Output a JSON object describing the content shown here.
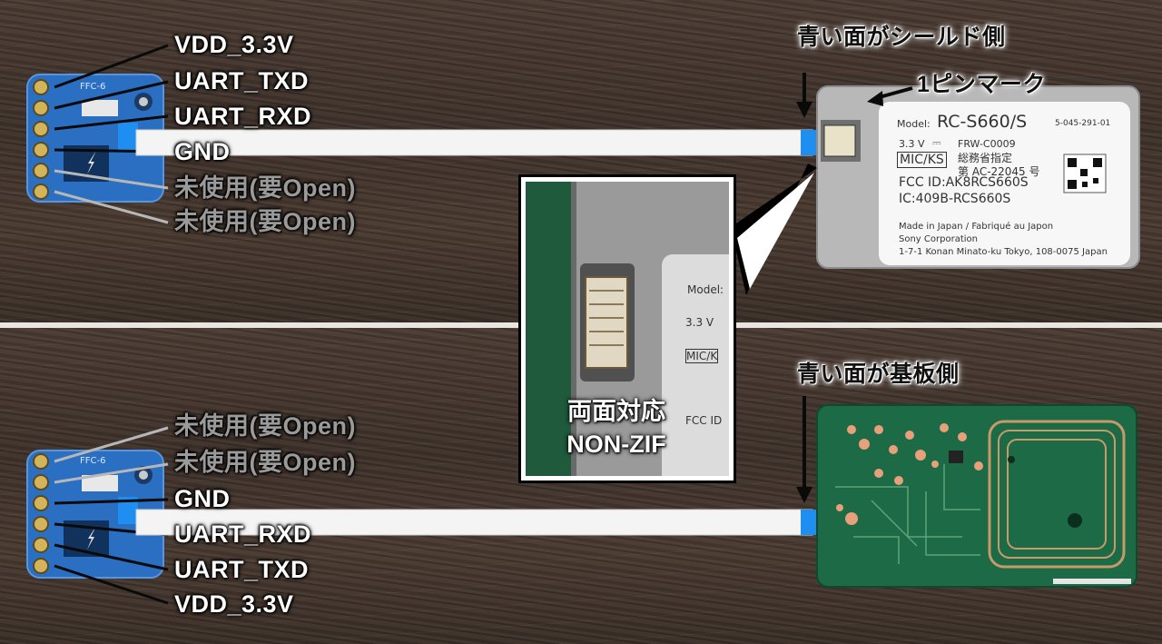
{
  "top_panel": {
    "pin_labels": [
      "VDD_3.3V",
      "UART_TXD",
      "UART_RXD",
      "GND",
      "未使用(要Open)",
      "未使用(要Open)"
    ],
    "blue_side_label": "青い面がシールド側",
    "pin1_mark_label": "1ピンマーク",
    "module_label": {
      "model_prefix": "Model:",
      "model": "RC-S660/S",
      "code": "5-045-291-01",
      "voltage": "3.3 V",
      "voltage_symbol": "⎓",
      "frw": "FRW-C0009",
      "mic_ks": "MIC/KS",
      "ministry": "総務省指定",
      "ac_number": "第 AC-22045 号",
      "fcc": "FCC ID:AK8RCS660S",
      "ic": "IC:409B-RCS660S",
      "made_in": "Made in Japan / Fabriqué au Japon",
      "company": "Sony Corporation",
      "address": "1-7-1 Konan Minato-ku Tokyo, 108-0075 Japan"
    }
  },
  "inset": {
    "caption_line1": "両面対応",
    "caption_line2": "NON-ZIF",
    "label_fragments": [
      "Model:",
      "3.3 V",
      "MIC/K",
      "FCC ID"
    ]
  },
  "bottom_panel": {
    "pin_labels": [
      "未使用(要Open)",
      "未使用(要Open)",
      "GND",
      "UART_RXD",
      "UART_TXD",
      "VDD_3.3V"
    ],
    "blue_side_label": "青い面が基板側"
  },
  "board_silkscreen": "FFC-6",
  "colors": {
    "wood": "#45372f",
    "board_blue": "#2b6fc2",
    "ffc_blue": "#1e8ff0",
    "pcb_green": "#1d6a46",
    "copper_pad": "#e8a07a",
    "label_white": "#ffffff",
    "label_grey": "#9a9a9a"
  }
}
